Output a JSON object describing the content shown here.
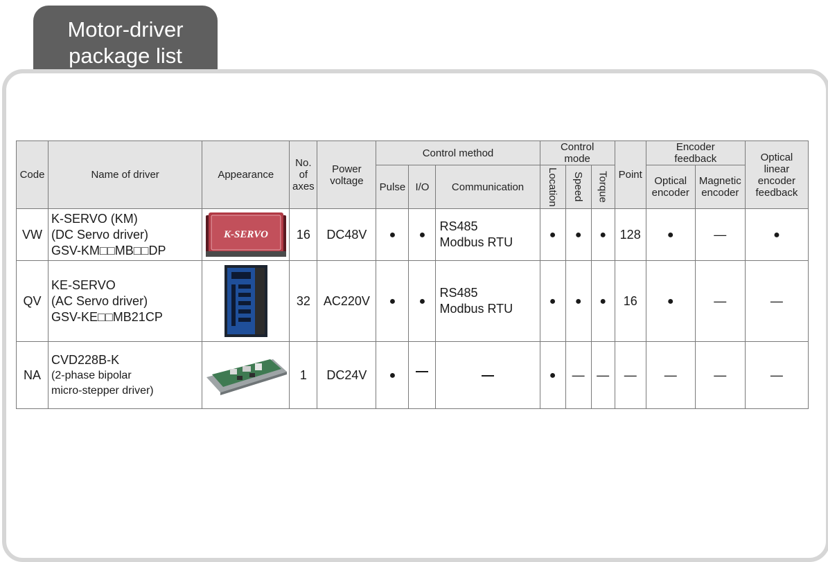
{
  "tab": {
    "line1": "Motor-driver",
    "line2": "package list"
  },
  "table": {
    "headers": {
      "code": "Code",
      "name": "Name of driver",
      "appearance": "Appearance",
      "axes": [
        "No.",
        "of",
        "axes"
      ],
      "power": [
        "Power",
        "voltage"
      ],
      "control_method": "Control method",
      "pulse": "Pulse",
      "io": "I/O",
      "communication": "Communication",
      "control_mode": [
        "Control",
        "mode"
      ],
      "location": "Location",
      "speed": "Speed",
      "torque": "Torque",
      "point": "Point",
      "encoder_feedback": [
        "Encoder",
        "feedback"
      ],
      "optical_encoder": [
        "Optical",
        "encoder"
      ],
      "magnetic_encoder": [
        "Magnetic",
        "encoder"
      ],
      "optical_linear": [
        "Optical",
        "linear",
        "encoder",
        "feedback"
      ]
    },
    "rows": [
      {
        "code": "VW",
        "name": [
          "K-SERVO (KM)",
          "(DC Servo driver)",
          "GSV-KM□□MB□□DP"
        ],
        "appearance_logo": "K-SERVO",
        "axes": "16",
        "power": "DC48V",
        "pulse": "●",
        "io": "●",
        "comm": [
          "RS485",
          "Modbus RTU"
        ],
        "location": "●",
        "speed": "●",
        "torque": "●",
        "point": "128",
        "optical_encoder": "●",
        "magnetic_encoder": "—",
        "optical_linear": "●"
      },
      {
        "code": "QV",
        "name": [
          "KE-SERVO",
          "(AC Servo driver)",
          "GSV-KE□□MB21CP"
        ],
        "axes": "32",
        "power": "AC220V",
        "pulse": "●",
        "io": "●",
        "comm": [
          "RS485",
          "Modbus RTU"
        ],
        "location": "●",
        "speed": "●",
        "torque": "●",
        "point": "16",
        "optical_encoder": "●",
        "magnetic_encoder": "—",
        "optical_linear": "—"
      },
      {
        "code": "NA",
        "name": [
          "CVD228B-K",
          "(2-phase bipolar",
          "micro-stepper driver)"
        ],
        "axes": "1",
        "power": "DC24V",
        "pulse": "●",
        "io": "—",
        "comm": "—",
        "location": "●",
        "speed": "—",
        "torque": "—",
        "point": "—",
        "optical_encoder": "—",
        "magnetic_encoder": "—",
        "optical_linear": "—"
      }
    ]
  },
  "colors": {
    "tab": "#5f5f5f",
    "panel_border": "#d6d6d6",
    "header_bg": "#e4e4e4",
    "kservo_red": "#b13a45"
  }
}
